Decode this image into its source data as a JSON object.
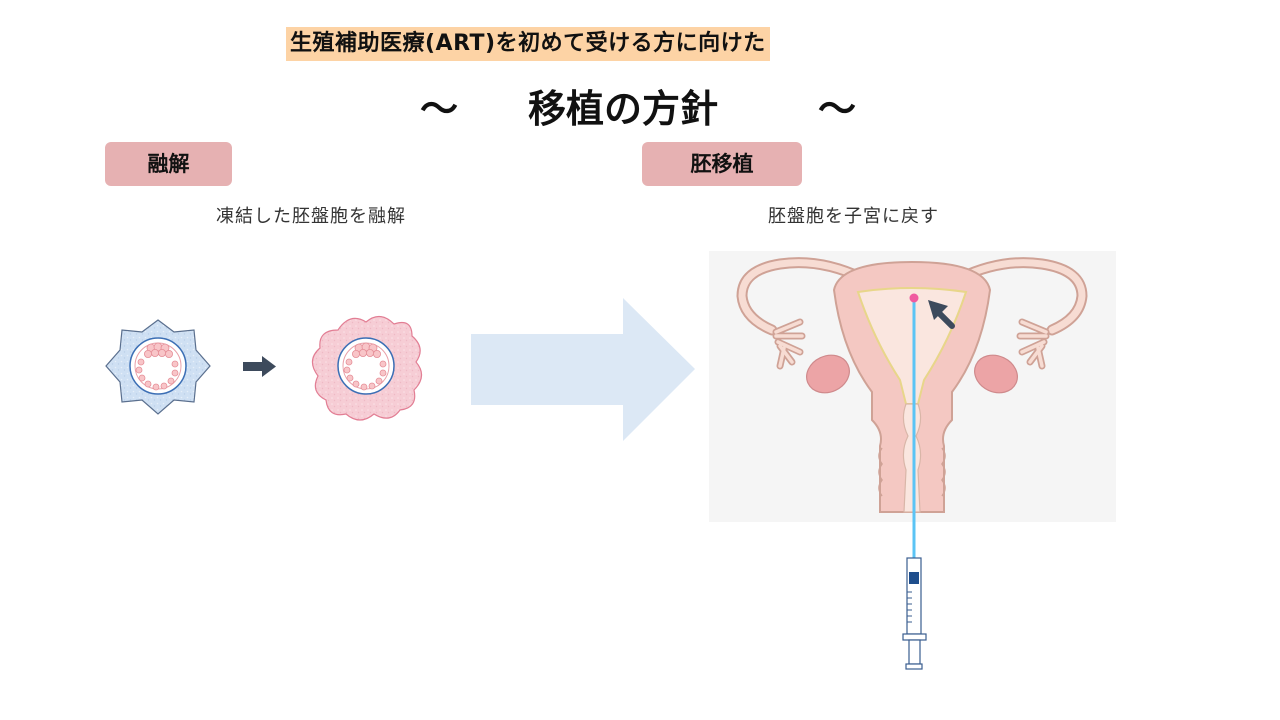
{
  "header": {
    "subtitle": "生殖補助医療(ART)を初めて受ける方に向けた",
    "title_tilde_left": "〜",
    "title": "移植の方針",
    "title_tilde_right": "〜"
  },
  "steps": [
    {
      "label": "融解",
      "description": "凍結した胚盤胞を融解"
    },
    {
      "label": "胚移植",
      "description": "胚盤胞を子宮に戻す"
    }
  ],
  "colors": {
    "subtitle_highlight": "#fdd3a5",
    "step_label_bg": "#e6b1b2",
    "flow_arrow": "#dce8f5",
    "small_arrow": "#3d4a5c",
    "frozen_blue": "#cfe0f3",
    "thawed_pink": "#f6cdd5",
    "catheter": "#5bc4f5"
  }
}
